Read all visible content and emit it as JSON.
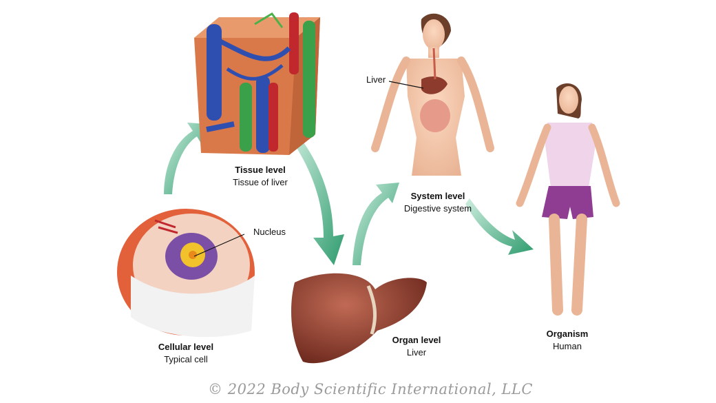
{
  "levels": {
    "cellular": {
      "title": "Cellular level",
      "subtitle": "Typical cell"
    },
    "tissue": {
      "title": "Tissue level",
      "subtitle": "Tissue of liver"
    },
    "organ": {
      "title": "Organ level",
      "subtitle": "Liver"
    },
    "system": {
      "title": "System level",
      "subtitle": "Digestive system"
    },
    "organism": {
      "title": "Organism",
      "subtitle": "Human"
    }
  },
  "callouts": {
    "nucleus": "Nucleus",
    "liver": "Liver"
  },
  "copyright": "© 2022 Body Scientific International, LLC",
  "colors": {
    "arrow": "#3fa97c",
    "tissue": "#d9794a",
    "vein": "#2f4fb0",
    "artery": "#c0282e",
    "liver": "#8c3b2c",
    "cell": "#e2603a"
  }
}
